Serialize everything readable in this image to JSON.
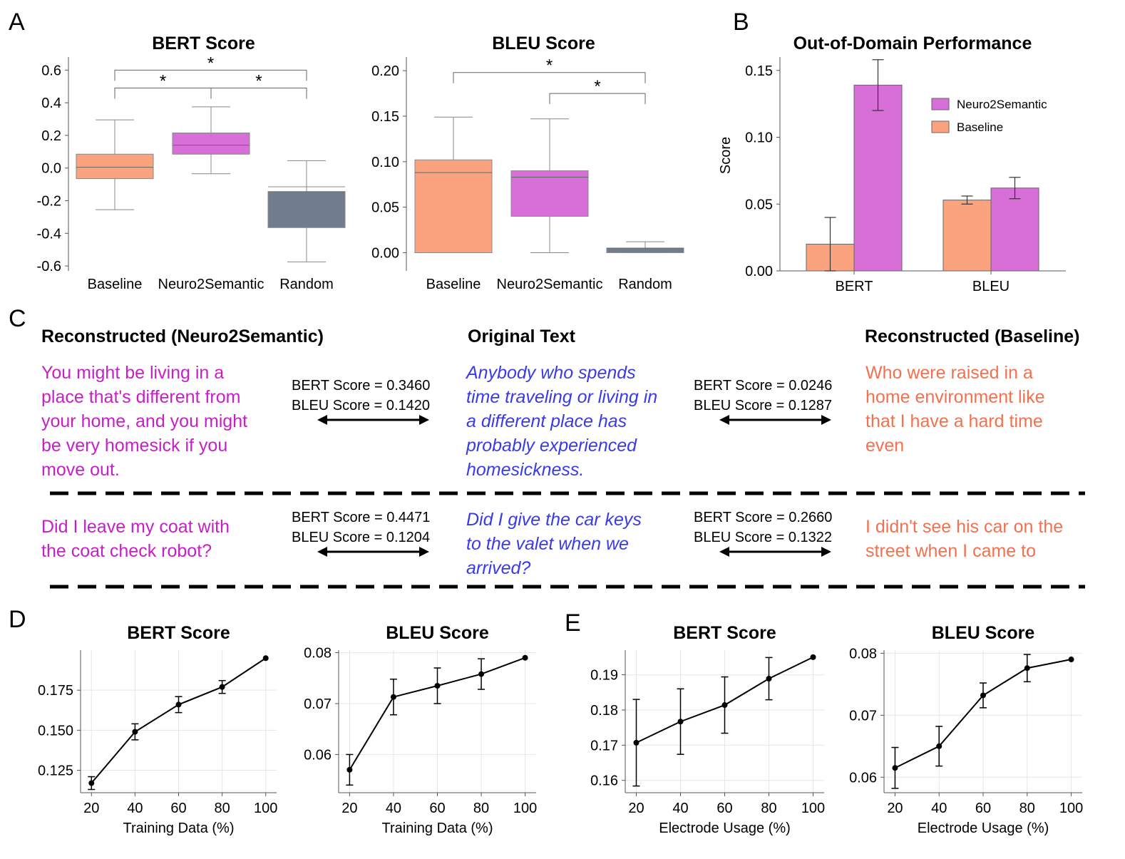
{
  "colors": {
    "neuro": "#d86fd9",
    "baseline": "#fba37e",
    "random": "#717d8d",
    "purple_text": "#c71fc7",
    "blue_text": "#3a3ae8",
    "orange_text": "#f5704e"
  },
  "panel_letters": {
    "a": "A",
    "b": "B",
    "c": "C",
    "d": "D",
    "e": "E"
  },
  "chart_data": [
    {
      "id": "a1",
      "type": "box",
      "title": "BERT Score",
      "categories": [
        "Baseline",
        "Neuro2Semantic",
        "Random"
      ],
      "ylim": [
        -0.63,
        0.68
      ],
      "yticks": [
        -0.6,
        -0.4,
        -0.2,
        0.0,
        0.2,
        0.4,
        0.6
      ],
      "ytick_labels": [
        "-0.6",
        "-0.4",
        "-0.2",
        "0.0",
        "0.2",
        "0.4",
        "0.6"
      ],
      "boxes": [
        {
          "q1": -0.065,
          "median": 0.005,
          "q3": 0.085,
          "wlow": -0.255,
          "whigh": 0.295
        },
        {
          "q1": 0.085,
          "median": 0.14,
          "q3": 0.215,
          "wlow": -0.035,
          "whigh": 0.375
        },
        {
          "q1": -0.365,
          "median": -0.145,
          "q3": -0.145,
          "wlow": -0.575,
          "whigh": 0.045,
          "extra": -0.115
        }
      ],
      "sig": [
        {
          "from": 0,
          "to": 2,
          "y": 0.6,
          "label": "*"
        },
        {
          "from": 0,
          "to": 1,
          "y": 0.49,
          "label": "*"
        },
        {
          "from": 1,
          "to": 2,
          "y": 0.49,
          "label": "*"
        }
      ]
    },
    {
      "id": "a2",
      "type": "box",
      "title": "BLEU Score",
      "categories": [
        "Baseline",
        "Neuro2Semantic",
        "Random"
      ],
      "ylim": [
        -0.02,
        0.215
      ],
      "yticks": [
        0.0,
        0.05,
        0.1,
        0.15,
        0.2
      ],
      "ytick_labels": [
        "0.00",
        "0.05",
        "0.10",
        "0.15",
        "0.20"
      ],
      "boxes": [
        {
          "q1": 0.0,
          "median": 0.088,
          "q3": 0.102,
          "wlow": 0.0,
          "whigh": 0.149
        },
        {
          "q1": 0.04,
          "median": 0.083,
          "q3": 0.09,
          "wlow": 0.0,
          "whigh": 0.147
        },
        {
          "q1": 0.0,
          "median": 0.005,
          "q3": 0.005,
          "wlow": 0.0,
          "whigh": 0.012
        }
      ],
      "sig": [
        {
          "from": 0,
          "to": 2,
          "y": 0.198,
          "label": "*"
        },
        {
          "from": 1,
          "to": 2,
          "y": 0.175,
          "label": "*"
        }
      ]
    },
    {
      "id": "b",
      "type": "bar",
      "title": "Out-of-Domain Performance",
      "categories": [
        "BERT",
        "BLEU"
      ],
      "ylabel": "Score",
      "ylim": [
        0,
        0.16
      ],
      "yticks": [
        0.0,
        0.05,
        0.1,
        0.15
      ],
      "ytick_labels": [
        "0.00",
        "0.05",
        "0.10",
        "0.15"
      ],
      "series": [
        {
          "name": "Baseline",
          "values": [
            0.02,
            0.053
          ],
          "err": [
            0.02,
            0.003
          ]
        },
        {
          "name": "Neuro2Semantic",
          "values": [
            0.139,
            0.062
          ],
          "err": [
            0.019,
            0.008
          ]
        }
      ],
      "legend": "top-right"
    },
    {
      "id": "d1",
      "type": "line",
      "title": "BERT Score",
      "xlabel": "Training Data (%)",
      "x": [
        20,
        40,
        60,
        80,
        100
      ],
      "y": [
        0.117,
        0.149,
        0.166,
        0.177,
        0.195
      ],
      "err": [
        0.004,
        0.005,
        0.005,
        0.004,
        0.0
      ],
      "xlim": [
        15,
        105
      ],
      "ylim": [
        0.111,
        0.2
      ],
      "yticks": [
        0.125,
        0.15,
        0.175
      ],
      "ytick_labels": [
        "0.125",
        "0.150",
        "0.175"
      ],
      "xticks": [
        20,
        40,
        60,
        80,
        100
      ],
      "xtick_labels": [
        "20",
        "40",
        "60",
        "80",
        "100"
      ]
    },
    {
      "id": "d2",
      "type": "line",
      "title": "BLEU Score",
      "xlabel": "Training Data (%)",
      "x": [
        20,
        40,
        60,
        80,
        100
      ],
      "y": [
        0.057,
        0.0713,
        0.0735,
        0.0758,
        0.079
      ],
      "err": [
        0.003,
        0.0035,
        0.0035,
        0.003,
        0.0
      ],
      "xlim": [
        15,
        105
      ],
      "ylim": [
        0.0525,
        0.0805
      ],
      "yticks": [
        0.06,
        0.07,
        0.08
      ],
      "ytick_labels": [
        "0.06",
        "0.07",
        "0.08"
      ],
      "xticks": [
        20,
        40,
        60,
        80,
        100
      ],
      "xtick_labels": [
        "20",
        "40",
        "60",
        "80",
        "100"
      ]
    },
    {
      "id": "e1",
      "type": "line",
      "title": "BERT Score",
      "xlabel": "Electrode Usage (%)",
      "x": [
        20,
        40,
        60,
        80,
        100
      ],
      "y": [
        0.1707,
        0.1767,
        0.1814,
        0.1889,
        0.195
      ],
      "err": [
        0.0123,
        0.0093,
        0.008,
        0.006,
        0.0
      ],
      "xlim": [
        15,
        105
      ],
      "ylim": [
        0.1565,
        0.197
      ],
      "yticks": [
        0.16,
        0.17,
        0.18,
        0.19
      ],
      "ytick_labels": [
        "0.16",
        "0.17",
        "0.18",
        "0.19"
      ],
      "xticks": [
        20,
        40,
        60,
        80,
        100
      ],
      "xtick_labels": [
        "20",
        "40",
        "60",
        "80",
        "100"
      ]
    },
    {
      "id": "e2",
      "type": "line",
      "title": "BLEU Score",
      "xlabel": "Electrode Usage (%)",
      "x": [
        20,
        40,
        60,
        80,
        100
      ],
      "y": [
        0.0615,
        0.065,
        0.0732,
        0.0776,
        0.079
      ],
      "err": [
        0.0033,
        0.0032,
        0.002,
        0.0022,
        0.0
      ],
      "xlim": [
        15,
        105
      ],
      "ylim": [
        0.0575,
        0.0805
      ],
      "yticks": [
        0.06,
        0.07,
        0.08
      ],
      "ytick_labels": [
        "0.06",
        "0.07",
        "0.08"
      ],
      "xticks": [
        20,
        40,
        60,
        80,
        100
      ],
      "xtick_labels": [
        "20",
        "40",
        "60",
        "80",
        "100"
      ]
    }
  ],
  "panel_c": {
    "heading_left": "Reconstructed (Neuro2Semantic)",
    "heading_mid": "Original Text",
    "heading_right": "Reconstructed (Baseline)",
    "rows": [
      {
        "neuro_lines": [
          "You might be living in a",
          "place that's different from",
          "your home, and you might",
          "be very homesick if you",
          "move out."
        ],
        "original_lines": [
          "Anybody who spends",
          "time traveling or living in",
          "a different place has",
          "probably experienced",
          "homesickness."
        ],
        "baseline_lines": [
          "Who were raised in a",
          "home environment like",
          "that I have a hard time",
          "even"
        ],
        "left_bert": "BERT Score = 0.3460",
        "left_bleu": "BLEU Score = 0.1420",
        "right_bert": "BERT Score = 0.0246",
        "right_bleu": "BLEU Score = 0.1287"
      },
      {
        "neuro_lines": [
          "Did I leave my coat with",
          "the coat check robot?"
        ],
        "original_lines": [
          "Did I give the car keys",
          "to the valet when we",
          "arrived?"
        ],
        "baseline_lines": [
          "I didn't see his car on the",
          "street when I came to"
        ],
        "left_bert": "BERT Score = 0.4471",
        "left_bleu": "BLEU Score = 0.1204",
        "right_bert": "BERT Score = 0.2660",
        "right_bleu": "BLEU Score = 0.1322"
      }
    ]
  }
}
